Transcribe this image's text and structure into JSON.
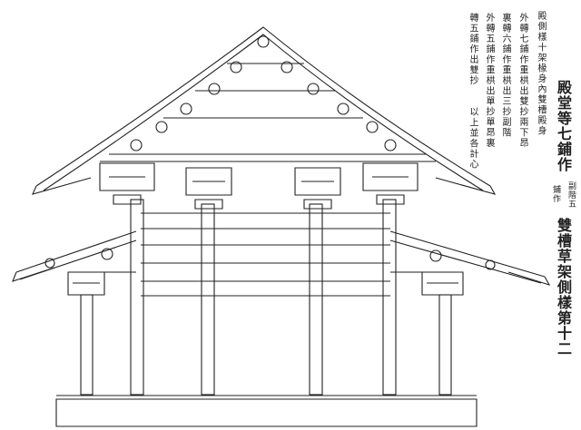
{
  "title": {
    "part1": "殿堂等七鋪作",
    "inset_a": "副階五",
    "inset_b": "鋪作",
    "part2": "雙槽草架側樣第十二"
  },
  "notes": [
    "殿側樣十架椽身內雙槽殿身",
    "外轉七鋪作重栱出雙抄兩下昂",
    "裏轉六鋪作重栱出三抄副階",
    "外轉五鋪作重栱出單抄單昂裏",
    "轉五鋪作出雙抄",
    "以上並各計心"
  ]
}
